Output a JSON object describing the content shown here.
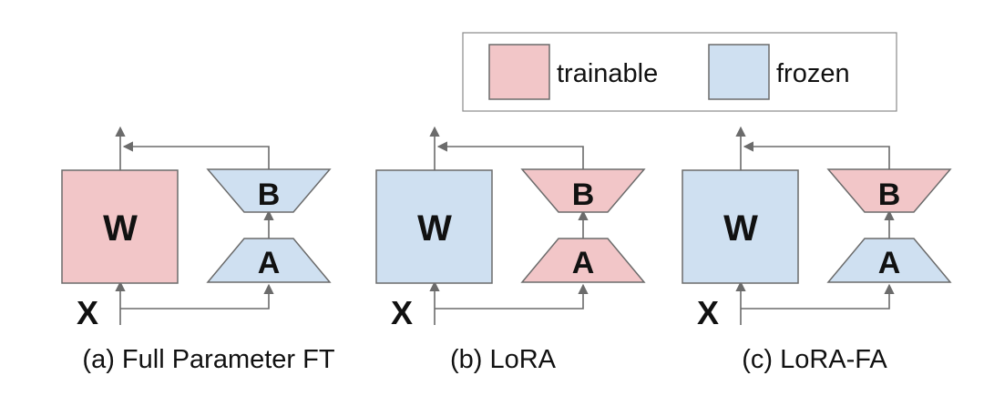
{
  "colors": {
    "trainable": "#f2c6c8",
    "frozen": "#cfe0f1",
    "stroke": "#6b6b6b",
    "text": "#111111"
  },
  "legend": {
    "trainable_label": "trainable",
    "frozen_label": "frozen"
  },
  "panels": [
    {
      "caption": "(a) Full Parameter FT",
      "weight_label": "W",
      "b_label": "B",
      "a_label": "A",
      "input_label": "X",
      "w_state": "trainable",
      "b_state": "frozen",
      "a_state": "frozen"
    },
    {
      "caption": "(b) LoRA",
      "weight_label": "W",
      "b_label": "B",
      "a_label": "A",
      "input_label": "X",
      "w_state": "frozen",
      "b_state": "trainable",
      "a_state": "trainable"
    },
    {
      "caption": "(c) LoRA-FA",
      "weight_label": "W",
      "b_label": "B",
      "a_label": "A",
      "input_label": "X",
      "w_state": "frozen",
      "b_state": "trainable",
      "a_state": "frozen"
    }
  ]
}
